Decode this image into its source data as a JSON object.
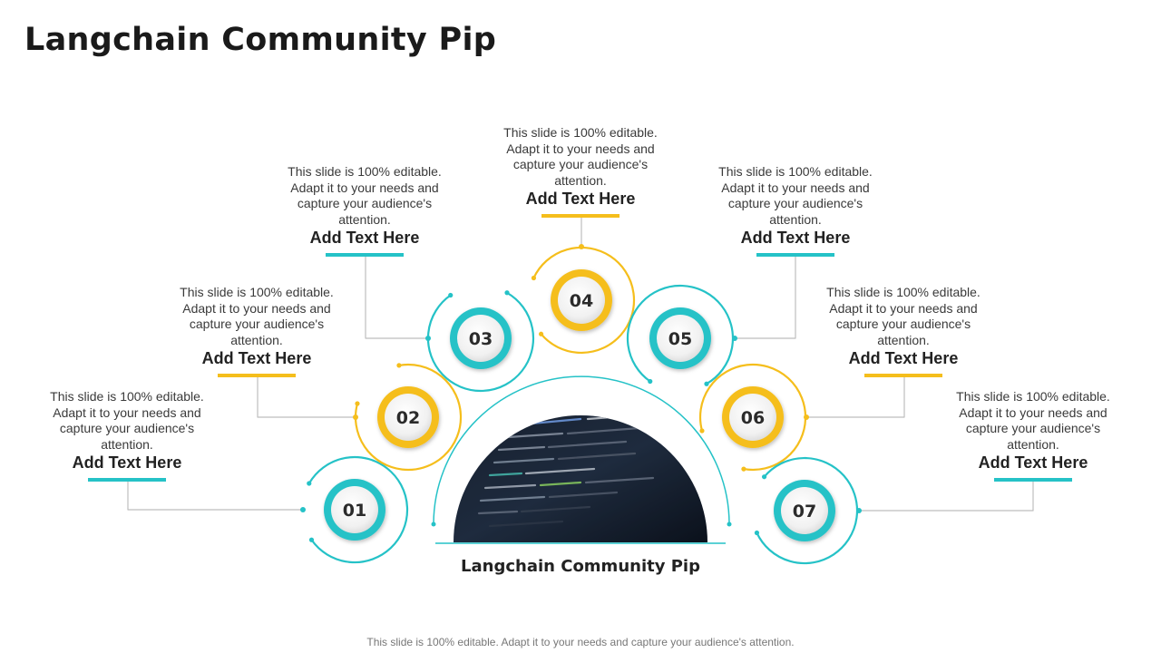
{
  "title": "Langchain Community Pip",
  "center_label": "Langchain Community Pip",
  "center_image": "code-on-laptop-screen",
  "footer": "This slide is 100% editable. Adapt it to your needs and capture your audience's attention.",
  "colors": {
    "teal": "#25c2c7",
    "gold": "#f5be1c",
    "connector": "#bdbdbd"
  },
  "steps": [
    {
      "number": "01",
      "heading": "Add Text Here",
      "description": "This slide is 100% editable. Adapt it to your needs and capture your audience's attention.",
      "color": "teal"
    },
    {
      "number": "02",
      "heading": "Add Text Here",
      "description": "This slide is 100% editable. Adapt it to your needs and capture your audience's attention.",
      "color": "gold"
    },
    {
      "number": "03",
      "heading": "Add Text Here",
      "description": "This slide is 100% editable. Adapt it to your needs and capture your audience's attention.",
      "color": "teal"
    },
    {
      "number": "04",
      "heading": "Add Text Here",
      "description": "This slide is 100% editable. Adapt it to your needs and capture your audience's attention.",
      "color": "gold"
    },
    {
      "number": "05",
      "heading": "Add Text Here",
      "description": "This slide is 100% editable. Adapt it to your needs and capture your audience's attention.",
      "color": "teal"
    },
    {
      "number": "06",
      "heading": "Add Text Here",
      "description": "This slide is 100% editable. Adapt it to your needs and capture your audience's attention.",
      "color": "gold"
    },
    {
      "number": "07",
      "heading": "Add Text Here",
      "description": "This slide is 100% editable. Adapt it to your needs and capture your audience's attention.",
      "color": "teal"
    }
  ]
}
